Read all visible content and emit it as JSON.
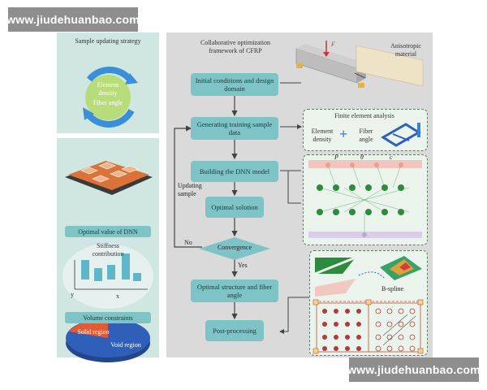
{
  "watermark": {
    "top_text": "www.jiudehuanbao.com",
    "bottom_text": "www.jiudehuanbao.com"
  },
  "left_panel": {
    "sample_title": "Sample updating strategy",
    "cycle_label_1": "Element density",
    "cycle_label_2": "Fiber angle",
    "dnn_chip": "Optimal value of DNN",
    "stiffness_label": "Stiffness contribution",
    "axis_x": "x",
    "axis_y": "y",
    "volume_chip": "Volume constraints",
    "solid_label": "Solid region",
    "void_label": "Void region"
  },
  "main": {
    "framework_title": "Collaborative optimization framework of CFRP",
    "force_label": "F",
    "anisotropic_label": "Anisotropic material",
    "steps": [
      "Initial conditions and design domain",
      "Generating training sample data",
      "Building the DNN model",
      "Optimal solution",
      "Convergence",
      "Optimal structure and fiber angle",
      "Post-processing"
    ],
    "updating_label": "Updating sample",
    "no_label": "No",
    "yes_label": "Yes",
    "fea": {
      "title": "Finite element analysis",
      "element_density": "Element density",
      "plus": "+",
      "fiber_angle": "Fiber angle"
    },
    "dnn_symbols": {
      "p": "P",
      "theta": "θ",
      "c": "c"
    },
    "bspline_label": "B-spline"
  },
  "colors": {
    "teal_box": "#7ec3c6",
    "panel_bg": "#cfe6e1",
    "main_bg": "#dadada",
    "green_box": "#eaf4ec",
    "network_green": "#2d8a3e",
    "grid_red": "#b03a3a",
    "pie_blue": "#2f5fb8",
    "pie_red": "#e05a36"
  }
}
